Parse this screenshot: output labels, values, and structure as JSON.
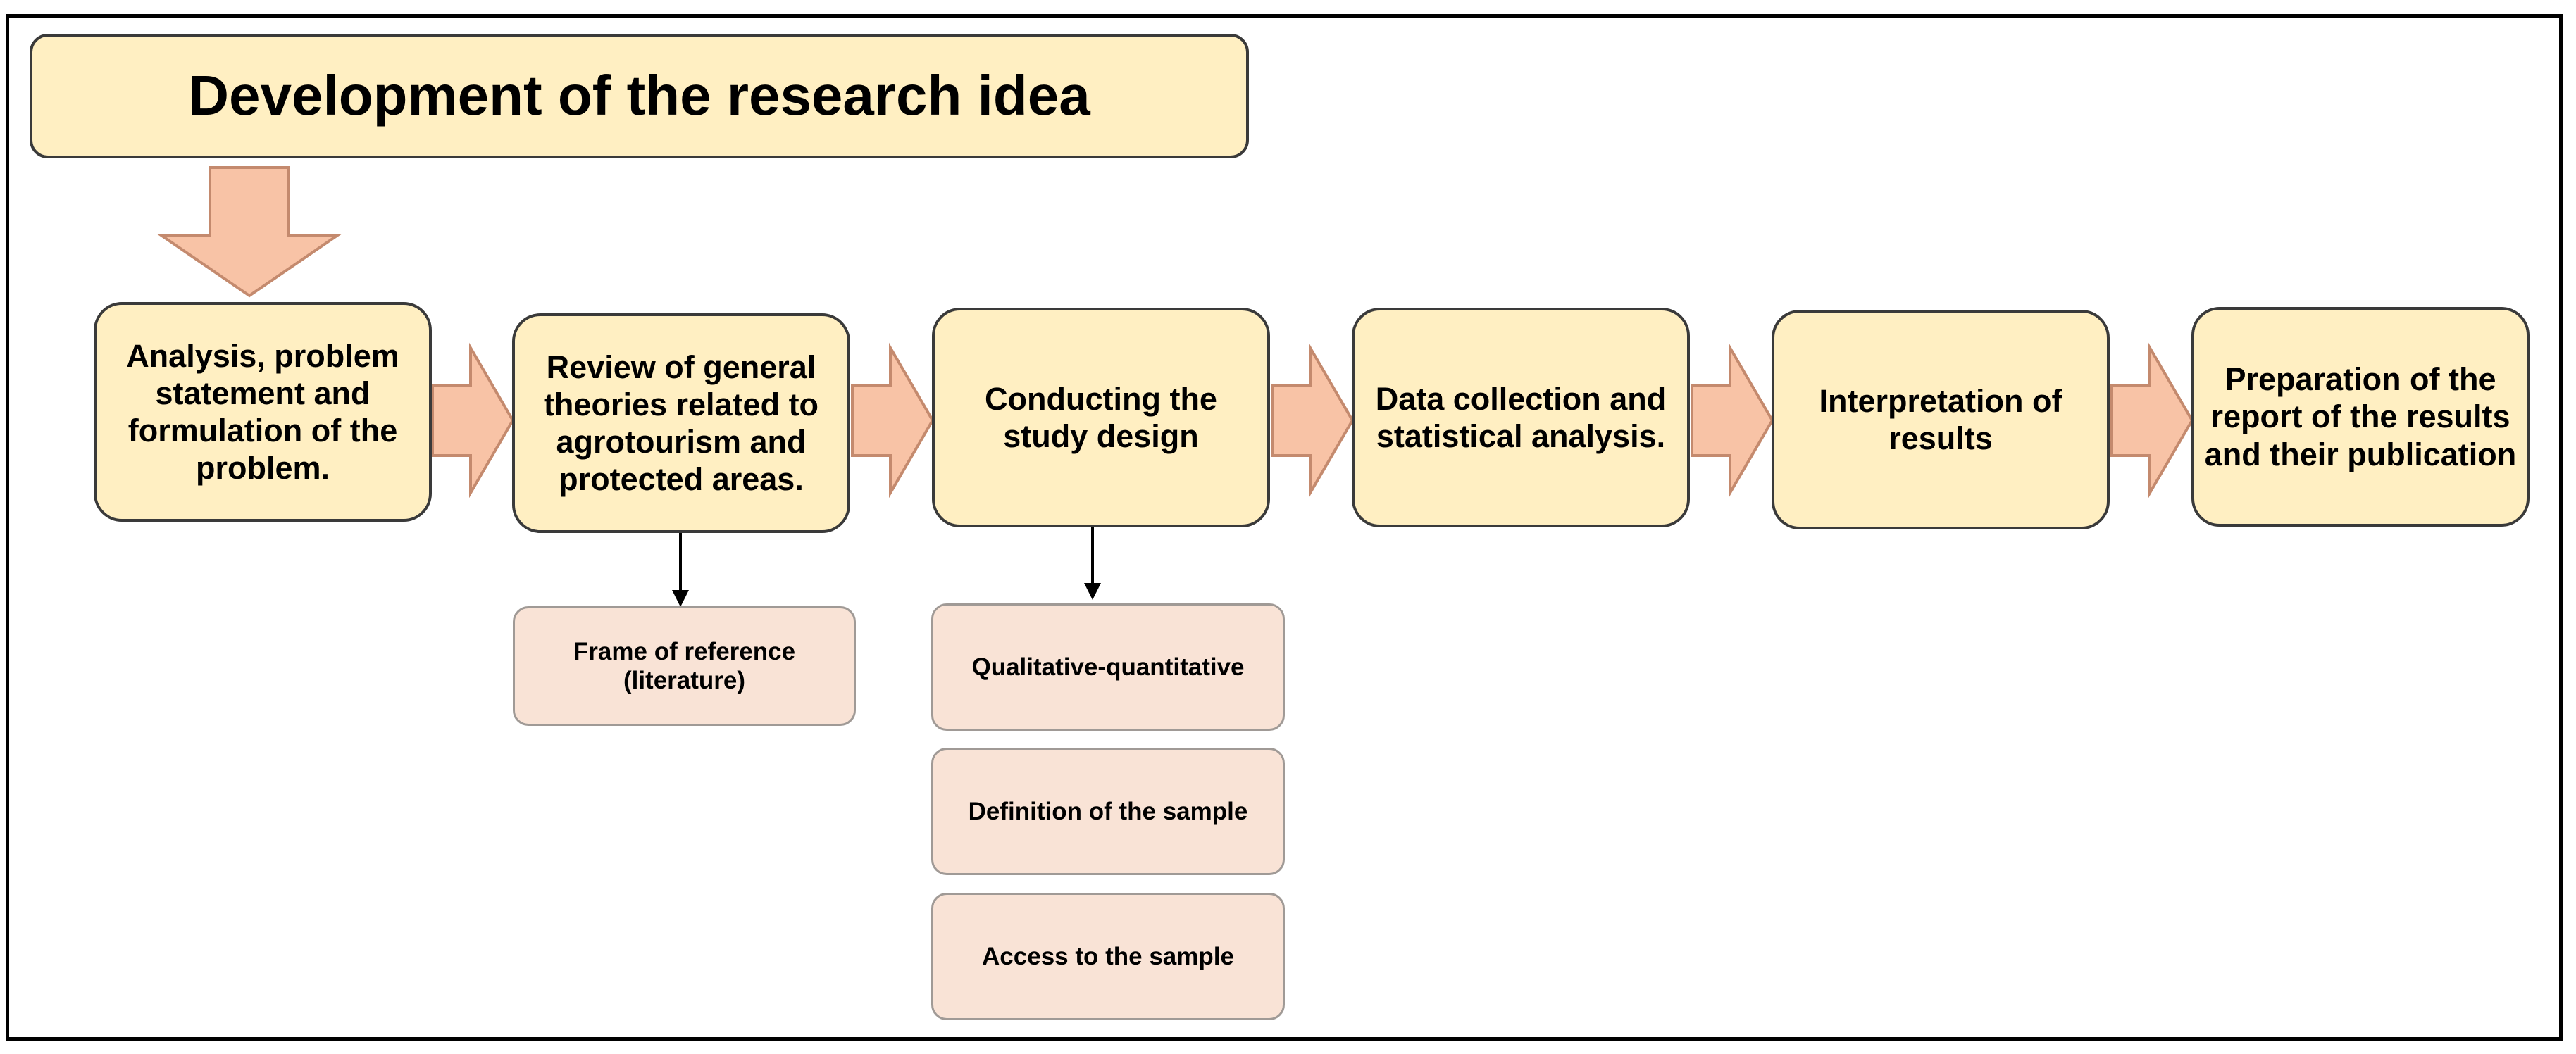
{
  "diagram": {
    "title": "Development of the research idea",
    "steps": [
      {
        "label": "Analysis, problem statement and formulation of the problem."
      },
      {
        "label": "Review of general theories related to agrotourism and protected areas."
      },
      {
        "label": "Conducting the study design"
      },
      {
        "label": "Data collection and statistical analysis."
      },
      {
        "label": "Interpretation of results"
      },
      {
        "label": "Preparation of the report of the results and their publication"
      }
    ],
    "review_details": [
      {
        "label": "Frame of reference (literature)"
      }
    ],
    "design_details": [
      {
        "label": "Qualitative-quantitative"
      },
      {
        "label": "Definition of the sample"
      },
      {
        "label": "Access to the sample"
      }
    ],
    "colors": {
      "step_fill": "#ffefc2",
      "detail_fill": "#f9e3d6",
      "arrow_fill": "#f8c3a6",
      "arrow_stroke": "#c48a6e"
    }
  }
}
